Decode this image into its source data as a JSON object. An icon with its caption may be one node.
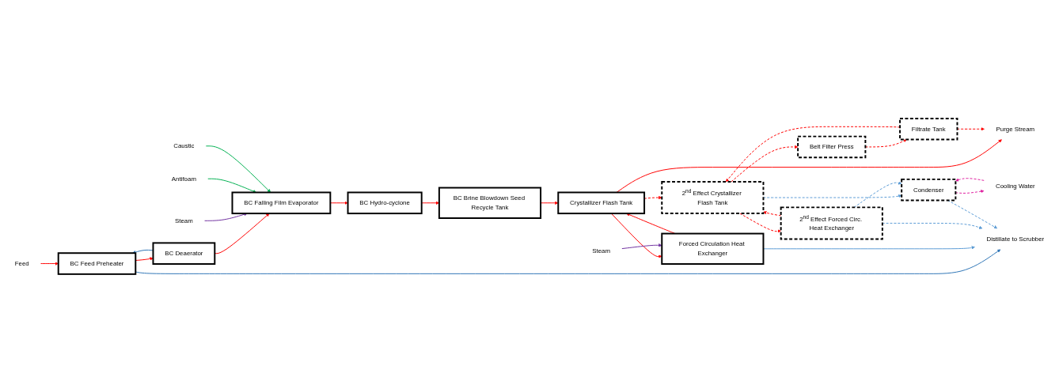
{
  "diagram": {
    "nodes": [
      {
        "text": [
          "Feed"
        ]
      },
      {
        "text": [
          "BC Feed Preheater"
        ]
      },
      {
        "text": [
          "BC Deaerator"
        ]
      },
      {
        "text": [
          "BC Falling Film Evaporator"
        ]
      },
      {
        "text": [
          "BC Hydro-cyclone"
        ]
      },
      {
        "text": [
          "BC Brine Blowdown Seed Recycle Tank"
        ]
      },
      {
        "text": [
          "Crystallizer Flash Tank"
        ]
      },
      {
        "text": [
          "2$^{nd}$ Effect Crystallizer Flash Tank"
        ]
      },
      {
        "text": [
          "Belt Filter Press"
        ]
      },
      {
        "text": [
          "Filtrate Tank"
        ]
      },
      {
        "text": [
          "Purge Stream"
        ]
      },
      {
        "text": [
          "Steam"
        ]
      },
      {
        "text": [
          "Antifoam"
        ]
      },
      {
        "text": [
          "Caustic"
        ]
      },
      {
        "text": [
          "Forced Circulation Heat Exchanger"
        ]
      },
      {
        "text": [
          "Steam"
        ]
      },
      {
        "text": [
          "2$^{nd}$ Effect Forced Circ. Heat Exchanger"
        ]
      },
      {
        "text": [
          "Condenser"
        ]
      },
      {
        "text": [
          "Cooling Water"
        ]
      },
      {
        "text": [
          "Distillate to Scrubber"
        ]
      }
    ],
    "edges": [
      {
        "from": 0,
        "to": 1,
        "arrow": "to"
      },
      {
        "from": 1,
        "to": 2,
        "arrow": "to"
      },
      {
        "from": 2,
        "to": 3,
        "arrow": "to"
      },
      {
        "from": 3,
        "to": 4,
        "arrow": "to"
      },
      {
        "from": 4,
        "to": 5,
        "arrow": "to"
      },
      {
        "from": 5,
        "to": 6,
        "arrow": "to"
      },
      {
        "from": 6,
        "to": 10,
        "arrow": "to"
      },
      {
        "from": 6,
        "to": 7,
        "arrow": "to",
        "style": "dashed"
      },
      {
        "from": 7,
        "to": 8,
        "arrow": "to",
        "style": "dashed"
      },
      {
        "from": 8,
        "to": 9,
        "arrow": "to",
        "style": "dashed"
      },
      {
        "from": 9,
        "to": 10,
        "arrow": "to",
        "style": "dashed"
      },
      {
        "from": 9,
        "to": 7,
        "arrow": "to",
        "style": "dashed"
      },
      {
        "from": 11,
        "to": 3,
        "arrow": "to",
        "color": "#7030a0"
      },
      {
        "from": 12,
        "to": 3,
        "arrow": "to",
        "color": "#00b050"
      },
      {
        "from": 13,
        "to": 3,
        "arrow": "to",
        "color": "#00b050"
      },
      {
        "from": 2,
        "to": 1,
        "arrow": "to",
        "color": "#2e75b6"
      },
      {
        "from": 1,
        "to": 19,
        "arrow": "to",
        "color": "#2e75b6"
      },
      {
        "from": 14,
        "to": 6,
        "arrow": "to"
      },
      {
        "from": 6,
        "to": 14,
        "arrow": "to"
      },
      {
        "from": 15,
        "to": 14,
        "arrow": "to",
        "color": "#7030a0"
      },
      {
        "from": 14,
        "to": 19,
        "arrow": "to",
        "color": "#5b9bd5"
      },
      {
        "from": 7,
        "to": 16,
        "arrow": "to",
        "style": "dashed"
      },
      {
        "from": 16,
        "to": 7,
        "arrow": "to",
        "style": "dashed"
      },
      {
        "from": 7,
        "to": 17,
        "arrow": "to",
        "style": "dashed",
        "color": "#5b9bd5"
      },
      {
        "from": 16,
        "to": 17,
        "arrow": "to",
        "style": "dashed",
        "color": "#5b9bd5"
      },
      {
        "from": 17,
        "to": 18,
        "arrow": "to",
        "style": "dashed",
        "color": "#e020a0"
      },
      {
        "from": 18,
        "to": 17,
        "arrow": "to",
        "style": "dashed",
        "color": "#e020a0"
      },
      {
        "from": 16,
        "to": 19,
        "arrow": "to",
        "style": "dashed",
        "color": "#5b9bd5"
      },
      {
        "from": 17,
        "to": 19,
        "arrow": "to",
        "style": "dashed",
        "color": "#5b9bd5"
      }
    ]
  }
}
